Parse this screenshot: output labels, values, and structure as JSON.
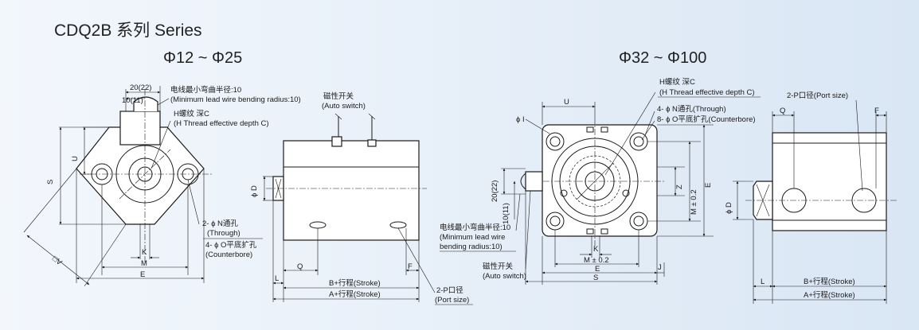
{
  "header": {
    "title": "CDQ2B 系列 Series",
    "range_small": "Φ12 ~ Φ25",
    "range_large": "Φ32 ~ Φ100"
  },
  "small_front": {
    "dim_20_22": "20(22)",
    "dim_10_11": "10(11)",
    "lead_bend_cn": "电线最小弯曲半径:10",
    "lead_bend_en": "(Minimum lead wire bending radius:10)",
    "thread_cn": "H螺纹 深C",
    "thread_en": "(H Thread effective depth C)",
    "u": "U",
    "s": "S",
    "through_cn": "2- ϕ N通孔",
    "through_en": "(Through)",
    "counterbore_cn": "4- ϕ O平底扩孔",
    "counterbore_en": "(Counterbore)",
    "k": "K",
    "m": "M",
    "e": "E",
    "square_v": "□V"
  },
  "small_side": {
    "auto_switch_cn": "磁性开关",
    "auto_switch_en": "(Auto switch)",
    "phi_d": "ϕ D",
    "q": "Q",
    "f": "F",
    "l": "L",
    "b_stroke": "B+行程(Stroke)",
    "a_stroke": "A+行程(Stroke)",
    "port_cn": "2-P口径",
    "port_en": "(Port size)"
  },
  "large_front": {
    "phi_i": "ϕ I",
    "u": "U",
    "thread_cn": "H螺纹 深C",
    "thread_en": "(H Thread effective depth C)",
    "through_cn": "4- ϕ N通孔(Through)",
    "counterbore_cn": "8- ϕ O平底扩孔(Counterbore)",
    "dim_20_22": "20(22)",
    "dim_10_11": "10(11)",
    "z": "Z",
    "m_tol": "M ± 0.2",
    "e": "E",
    "k": "K",
    "m_tol_bottom": "M ± 0.2",
    "e_bottom": "E",
    "s": "S",
    "j": "J",
    "lead_bend_cn": "电线最小弯曲半径:10",
    "lead_bend_en1": "(Minimum lead wire",
    "lead_bend_en2": "bending radius:10)",
    "auto_switch_cn": "磁性开关",
    "auto_switch_en": "(Auto switch)"
  },
  "large_side": {
    "port_cn": "2-P口径(Port size)",
    "q": "Q",
    "f": "F",
    "phi_d": "ϕ D",
    "l": "L",
    "b_stroke": "B+行程(Stroke)",
    "a_stroke": "A+行程(Stroke)"
  }
}
